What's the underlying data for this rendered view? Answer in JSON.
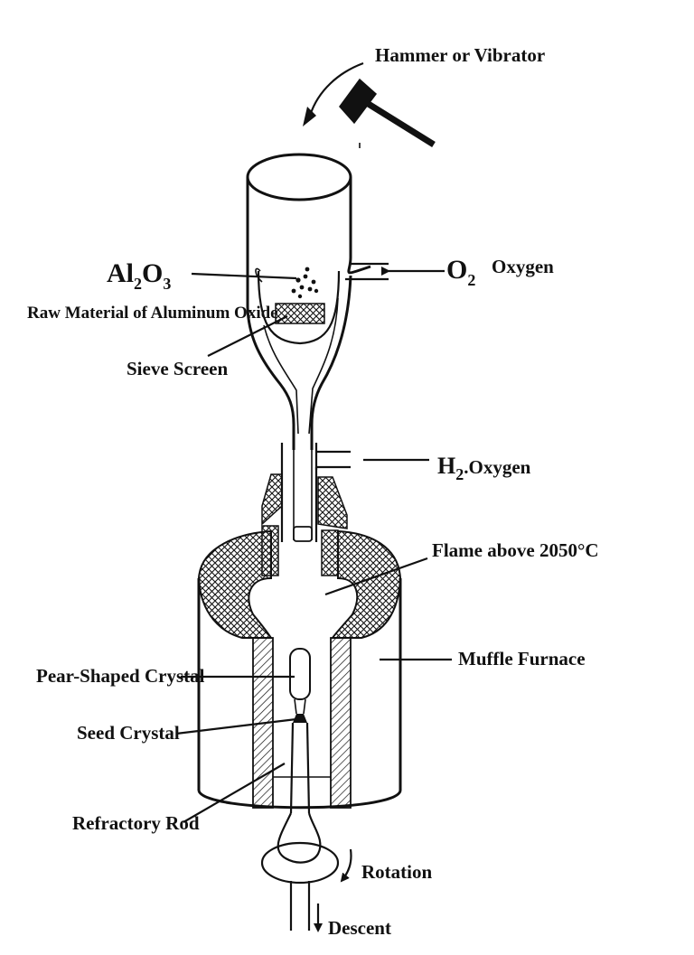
{
  "labels": {
    "hammer": "Hammer or Vibrator",
    "al": "Al",
    "al_sub": "2",
    "o": "O",
    "o_sub": "3",
    "raw_material": "Raw Material of Aluminum Oxide",
    "o2_main": "O",
    "o2_sub": "2",
    "oxygen_top": "Oxygen",
    "sieve": "Sieve Screen",
    "h2_main": "H",
    "h2_sub": "2",
    "h2_dot": ".",
    "oxygen_h2": "Oxygen",
    "flame": "Flame above 2050°C",
    "muffle": "Muffle Furnace",
    "pear": "Pear-Shaped Crystal",
    "seed": "Seed Crystal",
    "rod": "Refractory Rod",
    "rotation": "Rotation",
    "descent": "Descent"
  },
  "colors": {
    "ink": "#111111",
    "background": "#ffffff"
  }
}
